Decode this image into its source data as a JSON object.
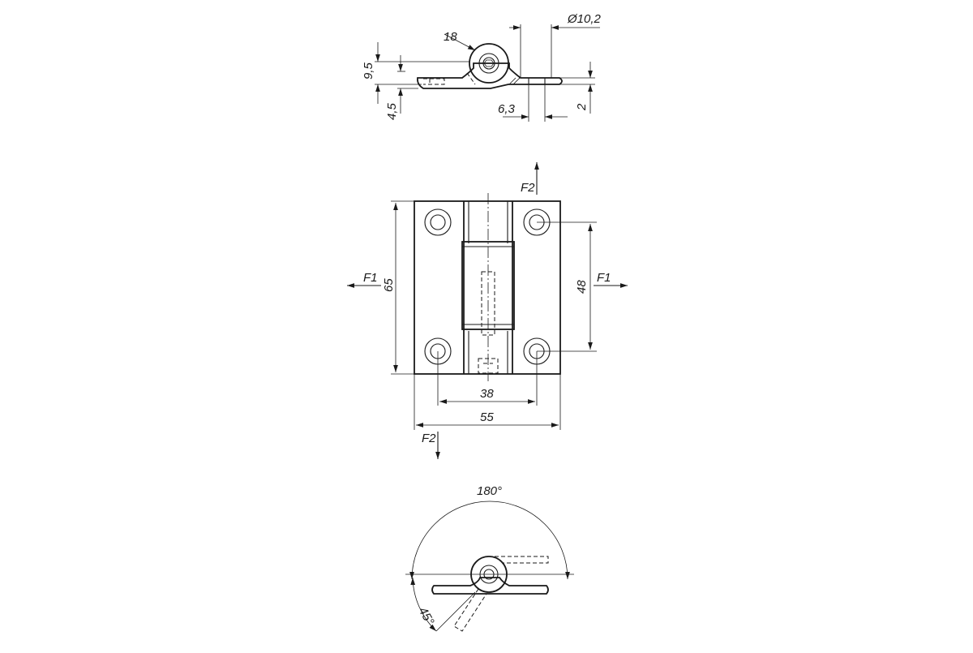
{
  "drawing": {
    "top_view": {
      "dim_pin_angle": "18",
      "dim_pin_diameter": "Ø10,2",
      "dim_height": "9,5",
      "dim_plate_offset": "4,5",
      "dim_slot_width": "6,3",
      "dim_thickness": "2"
    },
    "front_view": {
      "force_f1_left": "F1",
      "force_f1_right": "F1",
      "force_f2_top": "F2",
      "force_f2_bottom": "F2",
      "dim_total_height": "65",
      "dim_hole_spacing_vertical": "48",
      "dim_hole_spacing_horizontal": "38",
      "dim_total_width": "55"
    },
    "side_view": {
      "dim_rotation_range": "180°",
      "dim_min_angle": "45°"
    }
  }
}
